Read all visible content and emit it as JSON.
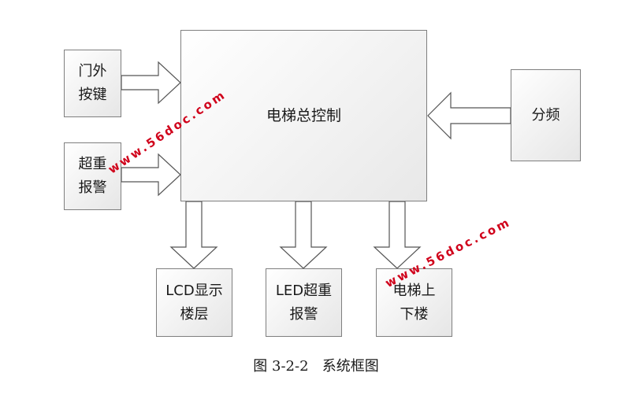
{
  "blocks": {
    "main_control": "电梯总控制",
    "door_buttons": "门外\n按键",
    "overweight_alarm": "超重\n报警",
    "frequency_divider": "分频",
    "lcd_floor_display": "LCD显示\n楼层",
    "led_overweight_alarm": "LED超重\n报警",
    "elevator_up_down": "电梯上\n下楼"
  },
  "caption": "图 3-2-2   系统框图",
  "watermark": "www.56doc.com",
  "colors": {
    "box_border": "#7f7f7f",
    "arrow_fill": "#ffffff",
    "arrow_stroke": "#555555",
    "watermark": "#d0021b"
  }
}
